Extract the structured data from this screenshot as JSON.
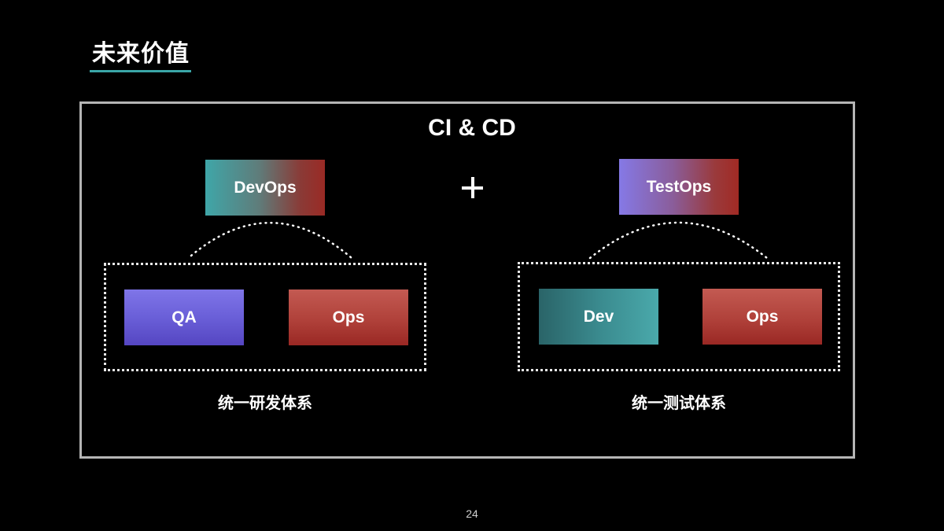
{
  "slide": {
    "title": "未来价值",
    "heading": "CI & CD",
    "operator": "+",
    "page_number": "24",
    "accent_color": "#3aa6a8"
  },
  "left_system": {
    "top_label": "DevOps",
    "members": [
      "QA",
      "Ops"
    ],
    "caption": "统一研发体系"
  },
  "right_system": {
    "top_label": "TestOps",
    "members": [
      "Dev",
      "Ops"
    ],
    "caption": "统一测试体系"
  }
}
